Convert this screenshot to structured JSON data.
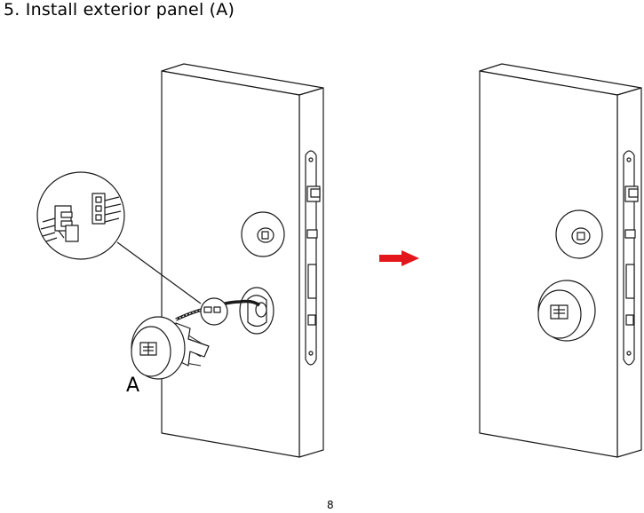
{
  "heading": {
    "text": "5. Install exterior panel (A)"
  },
  "callout": {
    "label": "A"
  },
  "footer": {
    "page_number": "8"
  },
  "colors": {
    "arrow": "#e3161b",
    "line": "#1a1a1a",
    "background": "#ffffff"
  },
  "icons": {
    "step_arrow": "right-arrow-icon"
  }
}
